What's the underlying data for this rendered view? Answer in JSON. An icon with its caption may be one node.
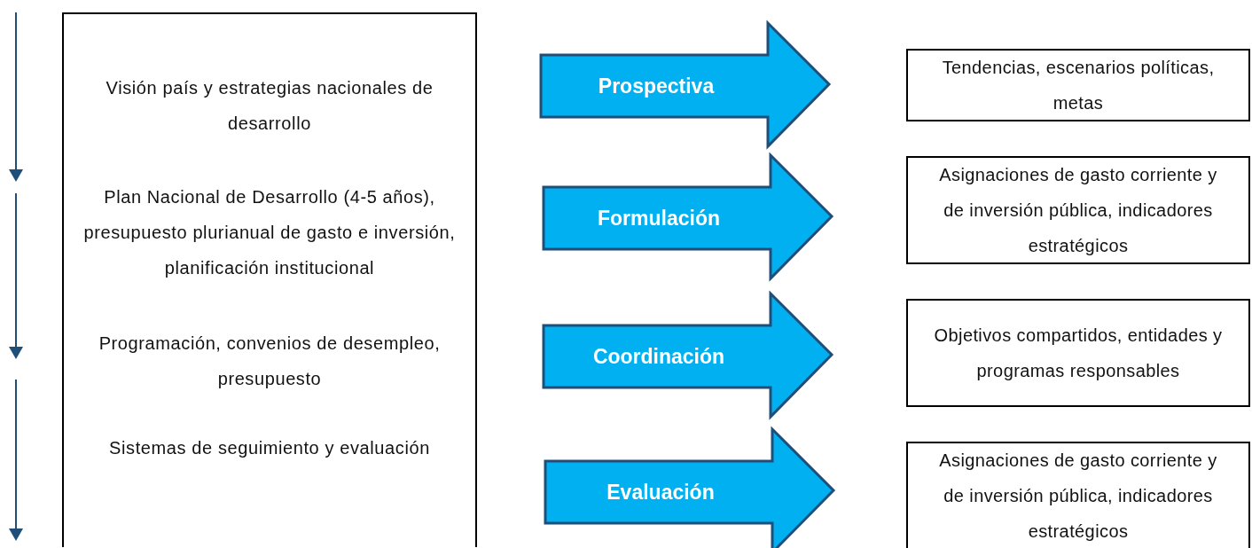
{
  "diagram": {
    "nodes": [
      {
        "text": [
          "Visión país y estrategias nacionales de desarrollo",
          "Plan Nacional de Desarrollo (4-5 años), presupuesto plurianual de gasto e inversión, planificación institucional",
          "Programación, convenios de desempleo, presupuesto",
          "Sistemas de seguimiento y evaluación"
        ]
      },
      {
        "text": [
          "Prospectiva"
        ]
      },
      {
        "text": [
          "Formulación"
        ]
      },
      {
        "text": [
          "Coordinación"
        ]
      },
      {
        "text": [
          "Evaluación"
        ]
      },
      {
        "text": [
          "Tendencias, escenarios políticas, metas"
        ]
      },
      {
        "text": [
          "Asignaciones de gasto corriente y de inversión pública, indicadores estratégicos"
        ]
      },
      {
        "text": [
          "Objetivos compartidos, entidades y programas responsables"
        ]
      },
      {
        "text": [
          "Asignaciones de gasto corriente y de inversión pública, indicadores estratégicos"
        ]
      }
    ]
  }
}
